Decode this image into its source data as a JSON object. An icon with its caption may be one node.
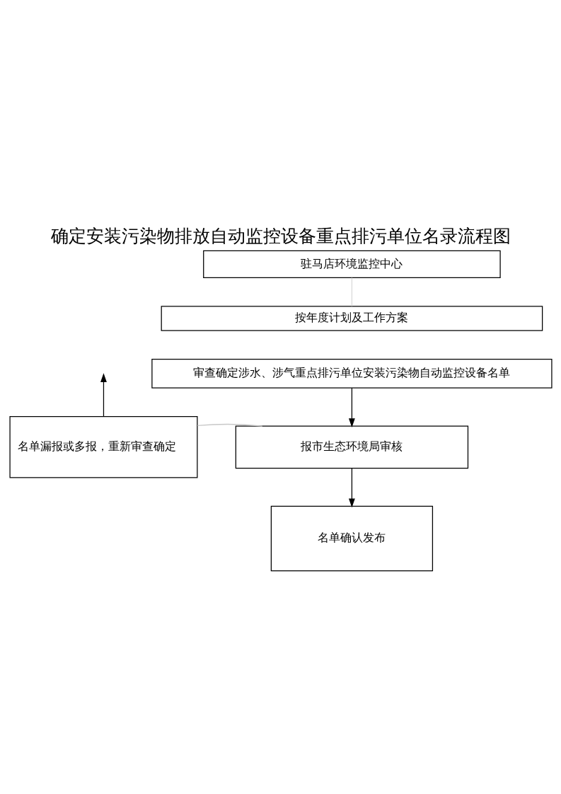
{
  "diagram": {
    "title": "确定安装污染物排放自动监控设备重点排污单位名录流程图",
    "nodes": [
      {
        "text": [
          "驻马店环境监控中心"
        ]
      },
      {
        "text": [
          "按年度计划及工作方案"
        ]
      },
      {
        "text": [
          "审查确定涉水、涉气重点排污单位安装污染物自动监控设备名单"
        ]
      },
      {
        "text": [
          "名单漏报或多报，重新审查确定"
        ]
      },
      {
        "text": [
          "报市生态环境局审核"
        ]
      },
      {
        "text": [
          "名单确认发布"
        ]
      }
    ],
    "edges": [
      {
        "from": 0,
        "to": 1,
        "arrow": "none",
        "color": "#d9d9d9"
      },
      {
        "from": 2,
        "to": 4,
        "arrow": "to"
      },
      {
        "from": 3,
        "to": null,
        "arrow": "to"
      },
      {
        "from": 4,
        "to": 3,
        "arrow": "none",
        "color": "#c8c8c8"
      },
      {
        "from": 4,
        "to": 5,
        "arrow": "to"
      }
    ]
  }
}
